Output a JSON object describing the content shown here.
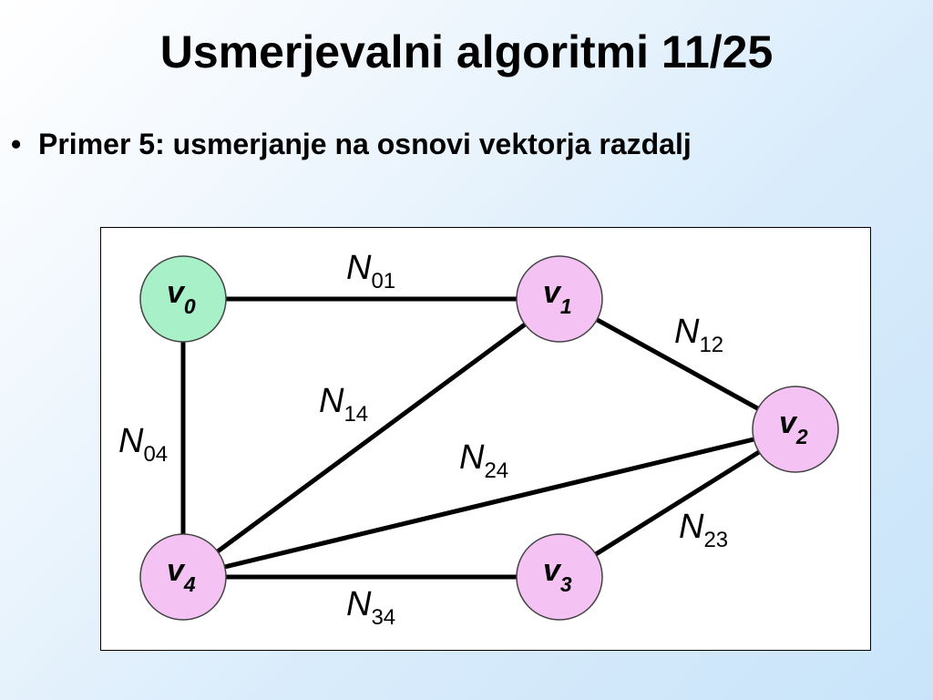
{
  "slide": {
    "title": "Usmerjevalni algoritmi 11/25",
    "bullet_symbol": "•",
    "bullet_text": "Primer 5: usmerjanje na osnovi vektorja razdalj"
  },
  "colors": {
    "source_node": "#a8f0c8",
    "node": "#f5c3f3",
    "edge": "#000000"
  },
  "diagram": {
    "nodes": [
      {
        "id": "v0",
        "letter": "v",
        "sub": "0",
        "color": "source_node"
      },
      {
        "id": "v1",
        "letter": "v",
        "sub": "1",
        "color": "node"
      },
      {
        "id": "v2",
        "letter": "v",
        "sub": "2",
        "color": "node"
      },
      {
        "id": "v3",
        "letter": "v",
        "sub": "3",
        "color": "node"
      },
      {
        "id": "v4",
        "letter": "v",
        "sub": "4",
        "color": "node"
      }
    ],
    "edges": [
      {
        "from": "v0",
        "to": "v1",
        "letter": "N",
        "sub": "01"
      },
      {
        "from": "v1",
        "to": "v2",
        "letter": "N",
        "sub": "12"
      },
      {
        "from": "v1",
        "to": "v4",
        "letter": "N",
        "sub": "14"
      },
      {
        "from": "v0",
        "to": "v4",
        "letter": "N",
        "sub": "04"
      },
      {
        "from": "v4",
        "to": "v2",
        "letter": "N",
        "sub": "24"
      },
      {
        "from": "v3",
        "to": "v2",
        "letter": "N",
        "sub": "23"
      },
      {
        "from": "v4",
        "to": "v3",
        "letter": "N",
        "sub": "34"
      }
    ]
  }
}
